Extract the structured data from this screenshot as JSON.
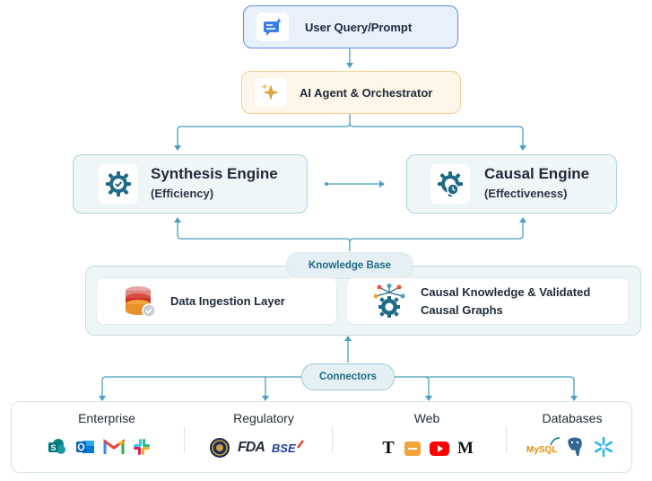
{
  "query": {
    "label": "User Query/Prompt",
    "icon": "chat-prompt-icon"
  },
  "agent": {
    "label": "AI Agent & Orchestrator",
    "icon": "sparkle-icon"
  },
  "synthesis": {
    "title": "Synthesis Engine",
    "subtitle": "(Efficiency)",
    "icon": "gear-check-icon"
  },
  "causal": {
    "title": "Causal Engine",
    "subtitle": "(Effectiveness)",
    "icon": "gear-clock-icon"
  },
  "knowledge_base": {
    "label": "Knowledge Base",
    "ingestion": {
      "label": "Data Ingestion Layer",
      "icon": "database-icon"
    },
    "graphs": {
      "line1": "Causal Knowledge & Validated",
      "line2": "Causal Graphs",
      "icon": "causal-graph-icon"
    }
  },
  "connectors": {
    "label": "Connectors"
  },
  "sources": {
    "enterprise": {
      "label": "Enterprise",
      "logos": [
        "sharepoint-icon",
        "outlook-icon",
        "gmail-icon",
        "slack-icon"
      ]
    },
    "regulatory": {
      "label": "Regulatory",
      "logos": [
        "sec-seal-icon",
        "fda-logo",
        "bse-logo"
      ],
      "fda_text": "FDA",
      "bse_text": "BSE"
    },
    "web": {
      "label": "Web",
      "logos": [
        "nytimes-icon",
        "news-icon",
        "youtube-icon",
        "medium-icon"
      ],
      "nyt_text": "T",
      "medium_text": "M"
    },
    "databases": {
      "label": "Databases",
      "logos": [
        "mysql-logo",
        "postgresql-icon",
        "snowflake-icon"
      ],
      "mysql_text": "MySQL"
    }
  },
  "colors": {
    "query_bg": "#e8f0fc",
    "query_border": "#5b8fe0",
    "agent_bg": "#fdf6e9",
    "agent_border": "#f1cf93",
    "engine_bg": "#eef6f8",
    "engine_border": "#a9d4dd",
    "kb_bg": "#eef5f7",
    "kb_border": "#c5dde3",
    "connector_line": "#4b9fbf",
    "bottom_border": "#d6e3e8"
  }
}
